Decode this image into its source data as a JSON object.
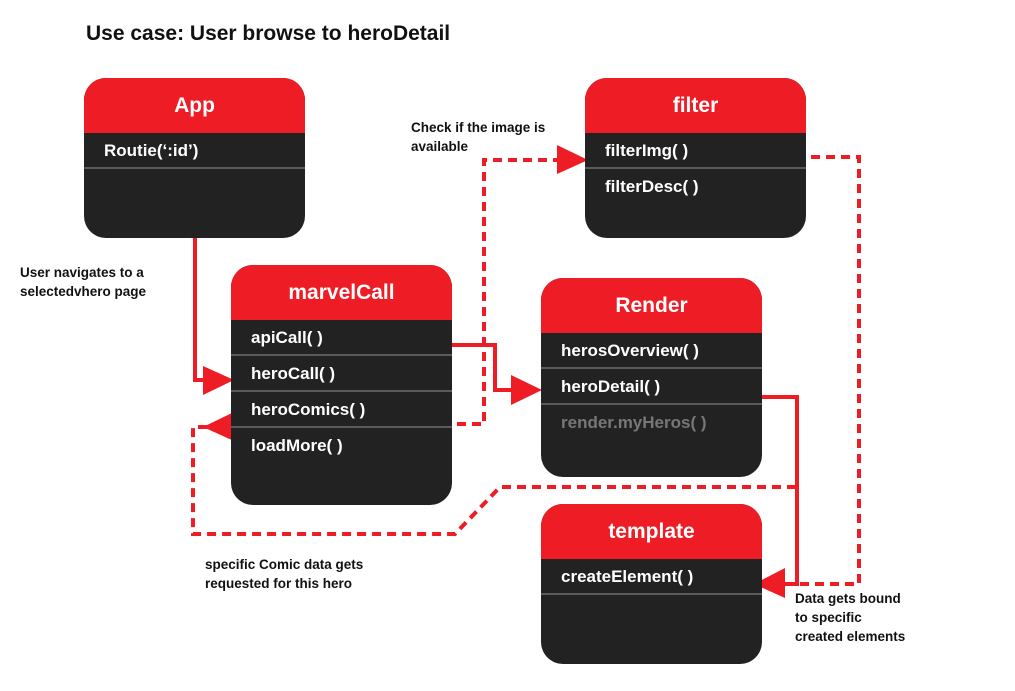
{
  "title": "Use case: User browse to heroDetail",
  "boxes": {
    "app": {
      "header": "App",
      "rows": [
        "Routie(‘:id’)"
      ]
    },
    "filter": {
      "header": "filter",
      "rows": [
        "filterImg( )",
        "filterDesc( )"
      ]
    },
    "marvelCall": {
      "header": "marvelCall",
      "rows": [
        "apiCall( )",
        "heroCall( )",
        "heroComics( )",
        "loadMore( )"
      ]
    },
    "render": {
      "header": "Render",
      "rows": [
        "herosOverview( )",
        "heroDetail( )",
        "render.myHeros( )"
      ]
    },
    "template": {
      "header": "template",
      "rows": [
        "createElement( )"
      ]
    }
  },
  "notes": {
    "check_image_line1": "Check if the image is",
    "check_image_line2": "available",
    "navigates_line1": "User navigates to a",
    "navigates_line2": "selectedvhero page",
    "comic_line1": "specific Comic data gets",
    "comic_line2": "requested for this hero",
    "bound_line1": "Data gets bound",
    "bound_line2": "to specific",
    "bound_line3": "created elements"
  },
  "colors": {
    "accent": "#ee1c25",
    "box_body": "#222222",
    "row_divider": "#5a5a5a",
    "dim_text": "#777777"
  }
}
